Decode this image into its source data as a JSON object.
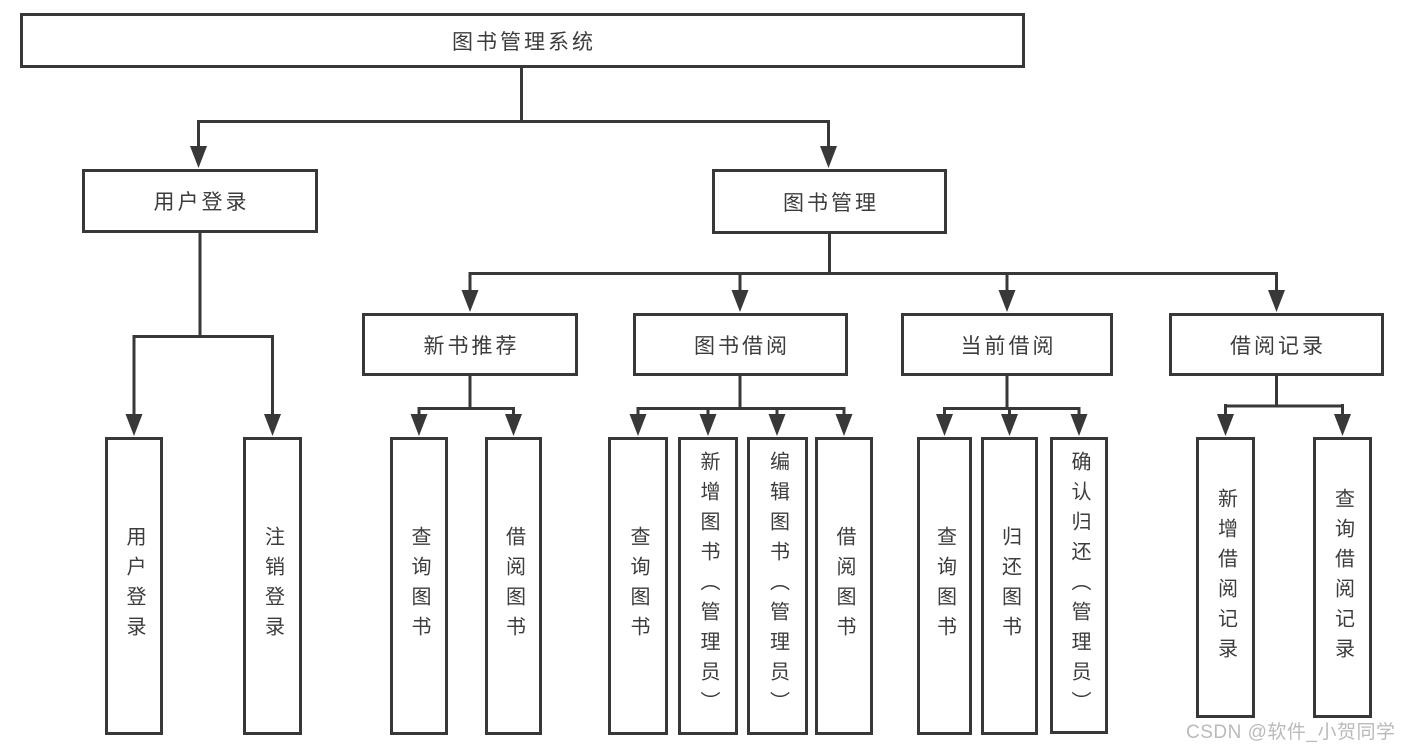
{
  "colors": {
    "line": "#383838",
    "node_border": "#383838",
    "node_text": "#3c3c3c",
    "background": "#ffffff",
    "watermark": "#b3b3b3"
  },
  "watermark": "CSDN @软件_小贺同学",
  "tree": {
    "root": {
      "label": "图书管理系统"
    },
    "branches": [
      {
        "label": "用户登录",
        "children": [
          {
            "label": "用户登录"
          },
          {
            "label": "注销登录"
          }
        ]
      },
      {
        "label": "图书管理",
        "children": [
          {
            "label": "新书推荐",
            "children": [
              {
                "label": "查询图书"
              },
              {
                "label": "借阅图书"
              }
            ]
          },
          {
            "label": "图书借阅",
            "children": [
              {
                "label": "查询图书"
              },
              {
                "label": "新增图书（管理员）"
              },
              {
                "label": "编辑图书（管理员）"
              },
              {
                "label": "借阅图书"
              }
            ]
          },
          {
            "label": "当前借阅",
            "children": [
              {
                "label": "查询图书"
              },
              {
                "label": "归还图书"
              },
              {
                "label": "确认归还（管理员）"
              }
            ]
          },
          {
            "label": "借阅记录",
            "children": [
              {
                "label": "新增借阅记录"
              },
              {
                "label": "查询借阅记录"
              }
            ]
          }
        ]
      }
    ]
  }
}
